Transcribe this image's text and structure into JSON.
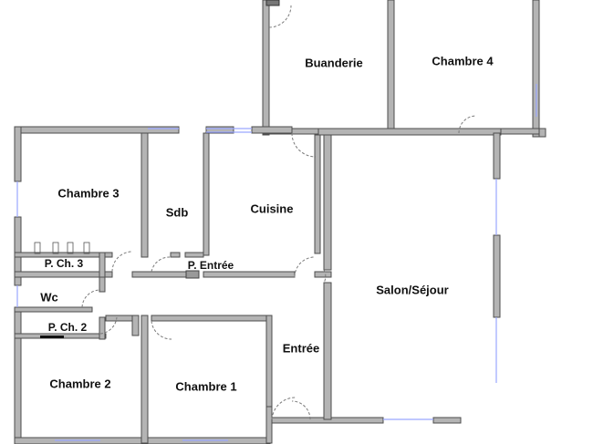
{
  "plan": {
    "colors": {
      "wall_fill": "#b4b4b4",
      "wall_outline": "#4d4d4d",
      "window": "#9aa6ff",
      "door_arc": "#7a7a7a",
      "text": "#111111"
    },
    "rooms": {
      "buanderie": "Buanderie",
      "chambre4": "Chambre 4",
      "chambre3": "Chambre 3",
      "sdb": "Sdb",
      "cuisine": "Cuisine",
      "pch3": "P. Ch. 3",
      "pentree": "P. Entrée",
      "salon": "Salon/Séjour",
      "wc": "Wc",
      "pch2": "P. Ch. 2",
      "entree": "Entrée",
      "chambre2": "Chambre 2",
      "chambre1": "Chambre 1"
    }
  }
}
